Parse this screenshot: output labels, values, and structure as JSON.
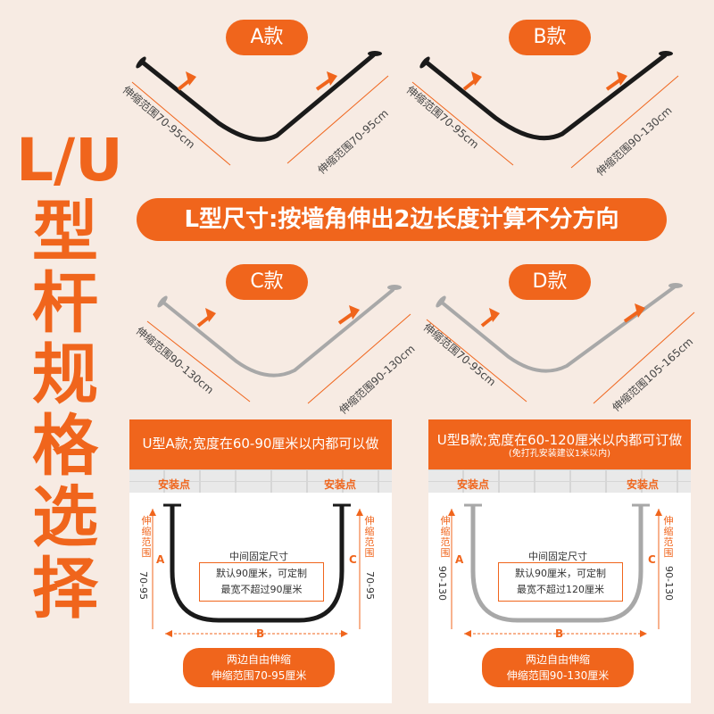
{
  "title_chars": [
    "L/U",
    "型",
    "杆",
    "规",
    "格",
    "选",
    "择"
  ],
  "models": {
    "a": {
      "label": "A款",
      "left_range": "伸缩范围70-95cm",
      "right_range": "伸缩范围70-95cm"
    },
    "b": {
      "label": "B款",
      "left_range": "伸缩范围70-95cm",
      "right_range": "伸缩范围90-130cm"
    },
    "c": {
      "label": "C款",
      "left_range": "伸缩范围90-130cm",
      "right_range": "伸缩范围90-130cm"
    },
    "d": {
      "label": "D款",
      "left_range": "伸缩范围70-95cm",
      "right_range": "伸缩范围105-165cm"
    }
  },
  "banner": "L型尺寸:按墙角伸出2边长度计算不分方向",
  "panel_a": {
    "header": "U型A款;宽度在60-90厘米以内都可以做",
    "install_left": "安装点",
    "install_right": "安装点",
    "side_label": "伸缩范围",
    "side_range_left": "70-95",
    "side_range_right": "70-95",
    "letter_a": "A",
    "letter_b": "B",
    "letter_c": "C",
    "mid_title": "中间固定尺寸",
    "mid_line1": "默认90厘米，可定制",
    "mid_line2": "最宽不超过90厘米",
    "bottom_line1": "两边自由伸缩",
    "bottom_line2": "伸缩范围70-95厘米"
  },
  "panel_b": {
    "header": "U型B款;宽度在60-120厘米以内都可订做",
    "subheader": "(免打孔安装建议1米以内)",
    "install_left": "安装点",
    "install_right": "安装点",
    "side_label": "伸缩范围",
    "side_range_left": "90-130",
    "side_range_right": "90-130",
    "letter_a": "A",
    "letter_b": "B",
    "letter_c": "C",
    "mid_title": "中间固定尺寸",
    "mid_line1": "默认90厘米，可定制",
    "mid_line2": "最宽不超过120厘米",
    "bottom_line1": "两边自由伸缩",
    "bottom_line2": "伸缩范围90-130厘米"
  },
  "colors": {
    "accent": "#f0651c",
    "rod_black": "#1a1a1a",
    "rod_steel": "#a8a8a8",
    "background": "#f7ebe3"
  }
}
